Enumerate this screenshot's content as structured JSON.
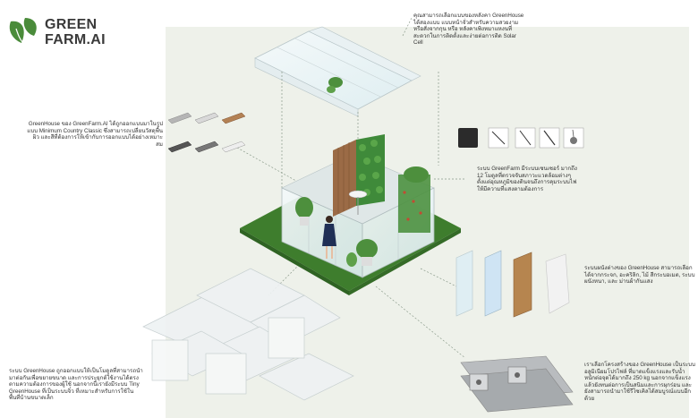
{
  "brand": {
    "line1": "GREEN",
    "line2": "FARM.AI",
    "accent": "#4a8b3a"
  },
  "notes": {
    "roof": "คุณสามารถเลือกแบบของหลังคา GreenHouse ได้สองแบบ แบบหน้าจั่วสำหรับความสวยงามหรือสั่งจากกุน หรือ หลังคาเพิงหมาแหงนที่สะดวกในการติดตั้งและง่ายต่อการติด Solar Cell",
    "floor": "GreenHouse ของ GreenFarm.AI ได้ถูกออกแบบมาในรูปแบบ Minimum Country Classic ซึ่งสามารถเปลี่ยนวัสดุพื้นผิว และสีที่ต้องการให้เข้ากับการออกแบบได้อย่างเหมาะสม",
    "sensor": "ระบบ GreenFarm มีระบบเซนเซอร์ มากถึง 12 โมดูลที่ตรวจจับสภาวะแวดล้อมต่างๆ ตั้งแต่อุณหภูมิของดินจนถึงการคุมระบบไฟให้มีความที่แสงตามต้องการ",
    "walls": "ระบบผนังต่างของ GreenHouse สามารถเลือกได้จากกระจก, อะคริลิก, ไม้ สีกระบอเมต, ระบบผนังหนา, และ ม่านผ้ากันแสง",
    "modular": "ระบบ GreenHouse ถูกออกแบบให้เป็นโมดูลที่สามารถนำมาต่อกันเพื่อขยายขนาด และการประยุกต์ใช้งานได้ตรงตามความต้องการของผู้ใช้ นอกจากนี้เรายังมีระบบ Tiny GreenHouse ที่เป็นระบบจิ๋ว ที่เหมาะสำหรับการใช้ในพื้นที่บ้านขนาดเล็ก",
    "frame": "เราเลือกโครงสร้างของ GreenHouse เป็นระบบ อลูมิเนียมโปรไฟล์ ที่มาดแข็งแรงและรับน้ำหนักต่อจุดได้มากถึง 250 kg นอกจากแข็งแรงแล้วยังทนต่อการเป็นสนิมและการผุกร่อน และยังสามารถนำมาใช้รีไซเคิลได้สมบูรณ์แบบอีกด้วย"
  },
  "colors": {
    "background_panel": "#eef1ea",
    "grass": "#3e7d2d",
    "plant": "#3f8a3a",
    "wood": "#9b6b46",
    "glass": "#e7f1f3"
  }
}
